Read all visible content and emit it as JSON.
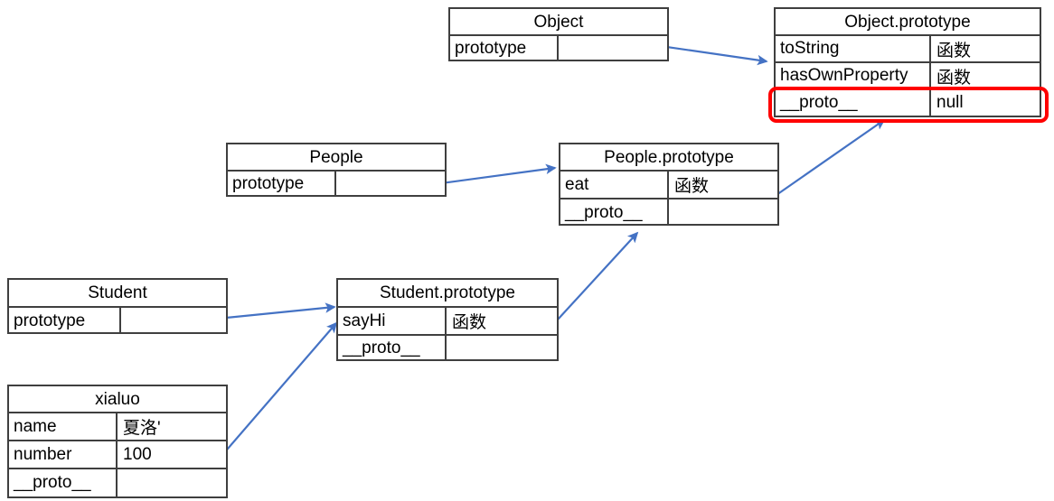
{
  "diagram": {
    "title": "JavaScript prototype chain diagram",
    "accent_arrow_color": "#4472c4",
    "highlight_color": "#ff0000",
    "border_color": "#3f3f3f",
    "background": "#ffffff"
  },
  "boxes": {
    "object": {
      "title": "Object",
      "rows": [
        {
          "key": "prototype",
          "value": ""
        }
      ]
    },
    "object_prototype": {
      "title": "Object.prototype",
      "rows": [
        {
          "key": "toString",
          "value": "函数"
        },
        {
          "key": "hasOwnProperty",
          "value": "函数"
        },
        {
          "key": "__proto__",
          "value": "null"
        }
      ]
    },
    "people": {
      "title": "People",
      "rows": [
        {
          "key": "prototype",
          "value": ""
        }
      ]
    },
    "people_prototype": {
      "title": "People.prototype",
      "rows": [
        {
          "key": "eat",
          "value": "函数"
        },
        {
          "key": "__proto__",
          "value": ""
        }
      ]
    },
    "student": {
      "title": "Student",
      "rows": [
        {
          "key": "prototype",
          "value": ""
        }
      ]
    },
    "student_prototype": {
      "title": "Student.prototype",
      "rows": [
        {
          "key": "sayHi",
          "value": "函数"
        },
        {
          "key": "__proto__",
          "value": ""
        }
      ]
    },
    "xialuo": {
      "title": "xialuo",
      "rows": [
        {
          "key": "name",
          "value": "夏洛'"
        },
        {
          "key": "number",
          "value": "100"
        },
        {
          "key": "__proto__",
          "value": ""
        }
      ]
    }
  },
  "highlight": {
    "target": "object_prototype.__proto__ = null"
  },
  "arrows": [
    {
      "name": "object-prototype-link",
      "from": "Object.prototype cell",
      "to": "Object.prototype box"
    },
    {
      "name": "people-prototype-link",
      "from": "People.prototype cell",
      "to": "People.prototype box"
    },
    {
      "name": "student-prototype-link",
      "from": "Student.prototype cell",
      "to": "Student.prototype box"
    },
    {
      "name": "people-proto-to-object-prototype",
      "from": "People.prototype.__proto__",
      "to": "Object.prototype"
    },
    {
      "name": "student-proto-to-people-prototype",
      "from": "Student.prototype.__proto__",
      "to": "People.prototype"
    },
    {
      "name": "xialuo-proto-to-student-prototype",
      "from": "xialuo.__proto__",
      "to": "Student.prototype"
    }
  ]
}
